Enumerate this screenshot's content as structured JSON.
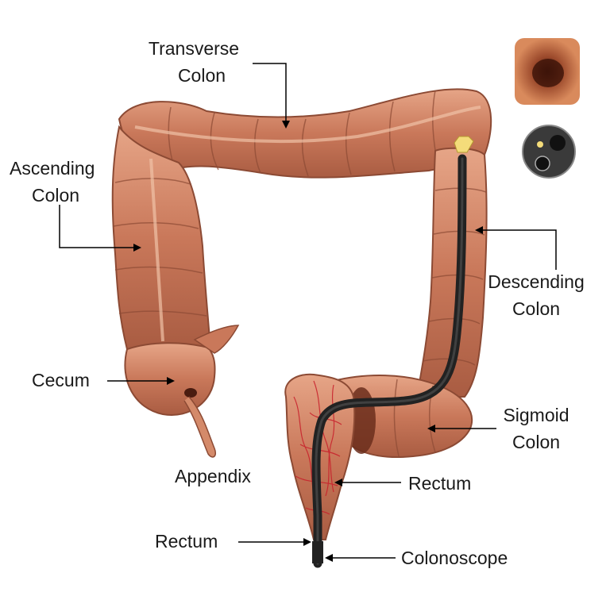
{
  "labels": {
    "transverse": {
      "line1": "Transverse",
      "line2": "Colon"
    },
    "ascending": {
      "line1": "Ascending",
      "line2": "Colon"
    },
    "descending": {
      "line1": "Descending",
      "line2": "Colon"
    },
    "cecum": "Cecum",
    "appendix": "Appendix",
    "sigmoid": {
      "line1": "Sigmoid",
      "line2": "Colon"
    },
    "rectum_right": "Rectum",
    "rectum_left": "Rectum",
    "colonoscope": "Colonoscope"
  },
  "colors": {
    "colon_fill": "#c9785a",
    "colon_light": "#e6a587",
    "colon_dark": "#8c4a34",
    "scope": "#3a3a3a",
    "scope_tip": "#f4dc7a",
    "arrow": "#000000",
    "vessel": "#c81e2a"
  },
  "icons": [
    "endoscopic-view-icon",
    "scope-tip-lens-icon"
  ]
}
